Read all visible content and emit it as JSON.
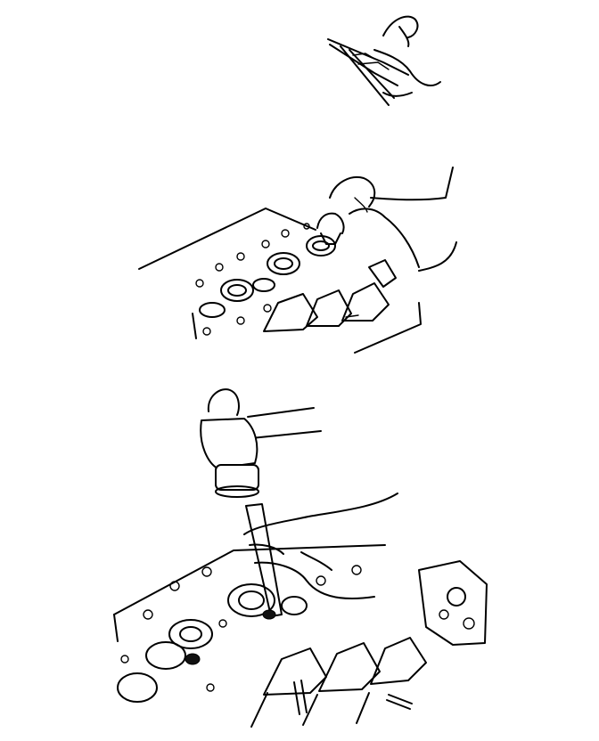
{
  "figure": {
    "panels": [
      {
        "id": "panel-1",
        "subject": "hand-pliers"
      },
      {
        "id": "panel-2",
        "subject": "hand-tool-on-cylinder-head"
      },
      {
        "id": "panel-3",
        "subject": "hammer-and-drift-on-cylinder-head"
      }
    ],
    "colors": {
      "line": "#000000",
      "background": "#ffffff"
    }
  }
}
